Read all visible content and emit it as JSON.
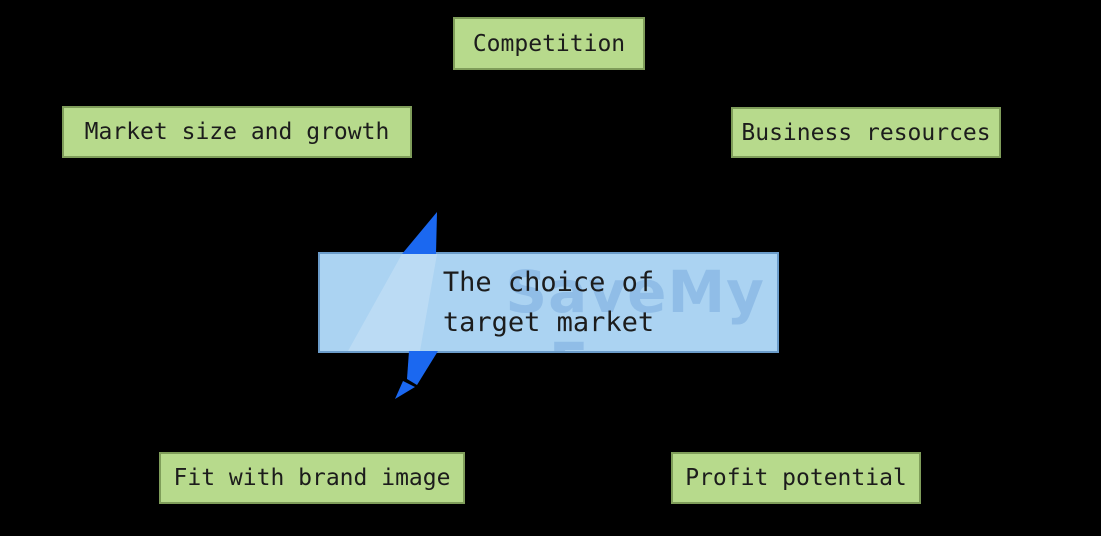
{
  "diagram": {
    "center": {
      "label_line1": "The choice of",
      "label_line2": "target market"
    },
    "factors": {
      "competition": "Competition",
      "market_size": "Market size and growth",
      "business_resources": "Business resources",
      "brand_fit": "Fit with brand image",
      "profit_potential": "Profit potential"
    },
    "watermark": {
      "line1": "SaveMy",
      "line2": "Exams"
    },
    "colors": {
      "background": "#000000",
      "factor_fill": "#b7da8c",
      "factor_border": "#7f9d5a",
      "center_fill": "#abd3f2",
      "center_border": "#6b9cca",
      "bolt_blue": "#1b68f0",
      "text": "#1c1c1c"
    }
  }
}
